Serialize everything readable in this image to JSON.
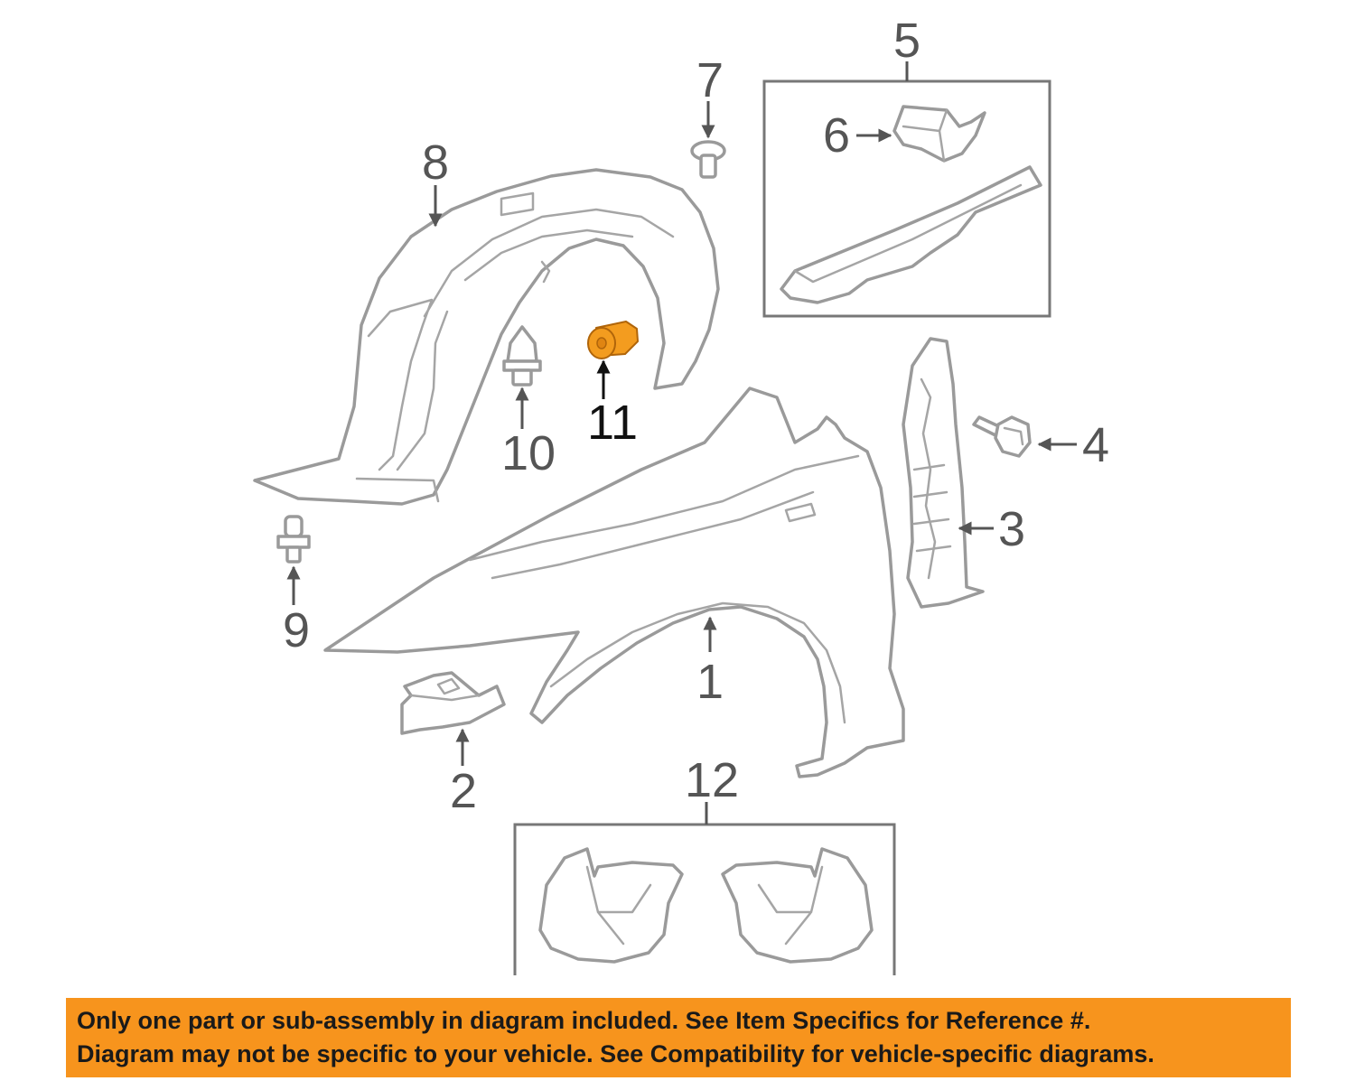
{
  "colors": {
    "highlight_part": "#f39c1f",
    "highlight_stroke": "#b0650a",
    "part_outline": "#9a9a9a",
    "callout_text": "#555555",
    "banner_background": "#f7941d",
    "banner_text": "#1a1a1a"
  },
  "callouts": [
    {
      "id": "1",
      "label": "1",
      "part": "fender"
    },
    {
      "id": "2",
      "label": "2",
      "part": "bracket"
    },
    {
      "id": "3",
      "label": "3",
      "part": "fender-bracket"
    },
    {
      "id": "4",
      "label": "4",
      "part": "bolt"
    },
    {
      "id": "5",
      "label": "5",
      "part": "support-assembly"
    },
    {
      "id": "6",
      "label": "6",
      "part": "reinforcement"
    },
    {
      "id": "7",
      "label": "7",
      "part": "clip"
    },
    {
      "id": "8",
      "label": "8",
      "part": "fender-liner"
    },
    {
      "id": "9",
      "label": "9",
      "part": "clip"
    },
    {
      "id": "10",
      "label": "10",
      "part": "clip"
    },
    {
      "id": "11",
      "label": "11",
      "part": "grommet",
      "highlighted": true
    },
    {
      "id": "12",
      "label": "12",
      "part": "mud-guards"
    }
  ],
  "banner": {
    "line1": "Only one part or sub-assembly in diagram included. See Item Specifics for Reference #.",
    "line2": "Diagram may not be specific to your vehicle. See Compatibility for vehicle-specific diagrams."
  }
}
